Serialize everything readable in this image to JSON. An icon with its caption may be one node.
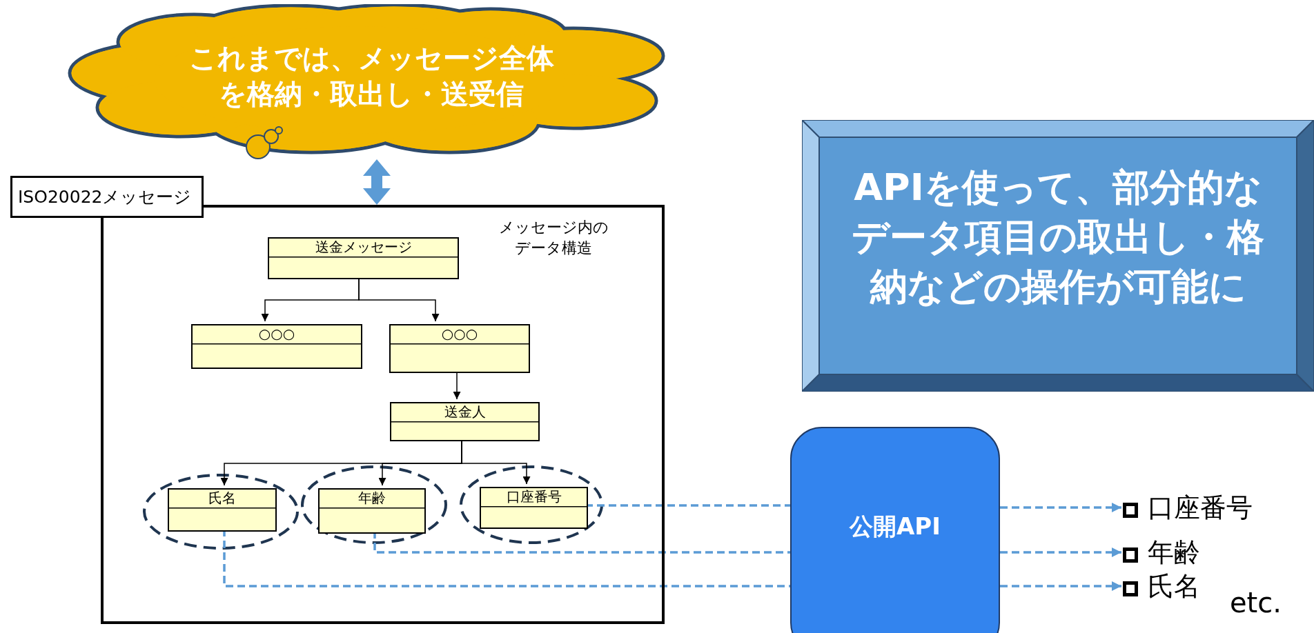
{
  "diagram": {
    "nodes": [
      {
        "text": [
          "これまでは、メッセージ全体を格納・取出し・送受信"
        ]
      },
      {
        "text": [
          "ISO20022メッセージ"
        ]
      },
      {
        "text": [
          "メッセージ内のデータ構造"
        ]
      },
      {
        "text": [
          "送金メッセージ"
        ],
        "in": 2
      },
      {
        "text": [
          "○○○"
        ],
        "in": 2
      },
      {
        "text": [
          "○○○"
        ],
        "in": 2
      },
      {
        "text": [
          "送金人"
        ],
        "in": 2
      },
      {
        "text": [
          "氏名"
        ],
        "in": 2
      },
      {
        "text": [
          "年齢"
        ],
        "in": 2
      },
      {
        "text": [
          "口座番号"
        ],
        "in": 2
      },
      {
        "text": [
          "APIを使って、部分的なデータ項目の取出し・格納などの操作が可能に"
        ]
      },
      {
        "text": [
          "公開API"
        ]
      },
      {
        "text": [
          "口座番号"
        ]
      },
      {
        "text": [
          "年齢"
        ]
      },
      {
        "text": [
          "氏名"
        ]
      }
    ],
    "edges": [
      {
        "from": 0,
        "to": 2,
        "arrow": "both",
        "style": "thick",
        "color": "#5b9bd5"
      },
      {
        "from": 3,
        "to": 4,
        "arrow": "to"
      },
      {
        "from": 3,
        "to": 5,
        "arrow": "to"
      },
      {
        "from": 5,
        "to": 6,
        "arrow": "to"
      },
      {
        "from": 6,
        "to": 7,
        "arrow": "to"
      },
      {
        "from": 6,
        "to": 8,
        "arrow": "to"
      },
      {
        "from": 6,
        "to": 9,
        "arrow": "to"
      },
      {
        "from": 9,
        "to": 11,
        "arrow": "none",
        "style": "dashed",
        "color": "#5b9bd5"
      },
      {
        "from": 8,
        "to": 11,
        "arrow": "none",
        "style": "dashed",
        "color": "#5b9bd5"
      },
      {
        "from": 7,
        "to": 11,
        "arrow": "none",
        "style": "dashed",
        "color": "#5b9bd5"
      },
      {
        "from": 11,
        "to": 12,
        "arrow": "to",
        "style": "dashed",
        "color": "#5b9bd5"
      },
      {
        "from": 11,
        "to": 13,
        "arrow": "to",
        "style": "dashed",
        "color": "#5b9bd5"
      },
      {
        "from": 11,
        "to": 14,
        "arrow": "to",
        "style": "dashed",
        "color": "#5b9bd5"
      }
    ],
    "labels": [
      "etc."
    ]
  }
}
